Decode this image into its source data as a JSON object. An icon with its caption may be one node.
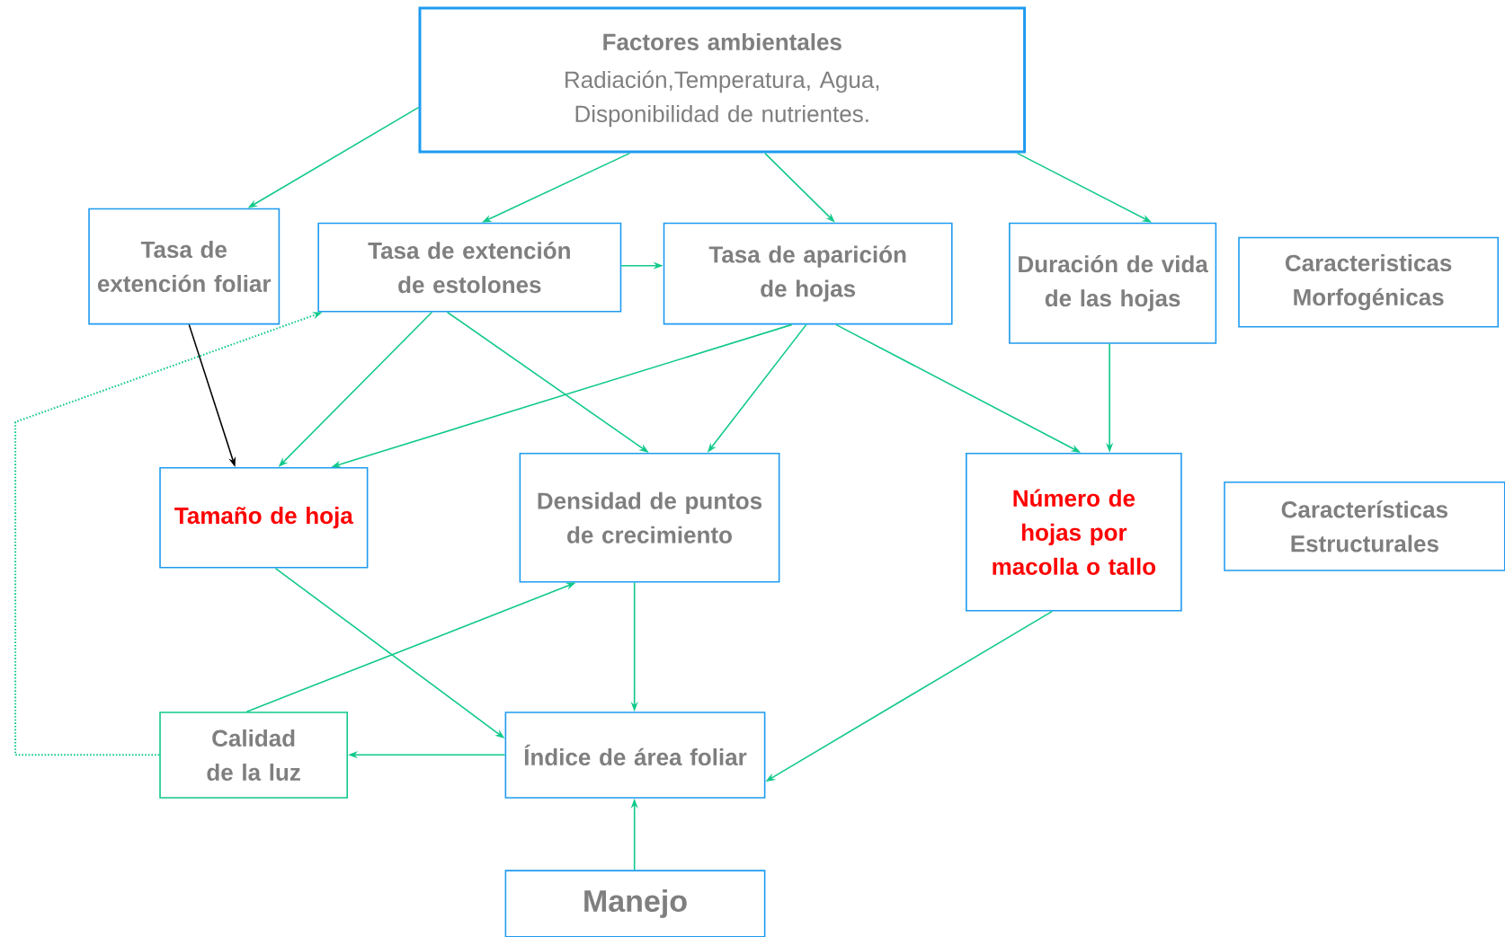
{
  "diagram": {
    "nodes": [
      {
        "text": [
          "Factores ambientales",
          "Radiación,Temperatura, Agua, Disponibilidad de nutrientes."
        ]
      },
      {
        "text": [
          "Tasa de extención foliar"
        ]
      },
      {
        "text": [
          "Tasa de extención de estolones"
        ]
      },
      {
        "text": [
          "Tasa de aparición de hojas"
        ]
      },
      {
        "text": [
          "Duración de vida de las hojas"
        ]
      },
      {
        "text": [
          "Caracteristicas Morfogénicas"
        ]
      },
      {
        "text": [
          "Tamaño de hoja"
        ]
      },
      {
        "text": [
          "Densidad de puntos de crecimiento"
        ]
      },
      {
        "text": [
          "Número de hojas por macolla o tallo"
        ]
      },
      {
        "text": [
          "Características Estructurales"
        ]
      },
      {
        "text": [
          "Calidad de  la luz"
        ]
      },
      {
        "text": [
          "Índice de área foliar"
        ]
      },
      {
        "text": [
          "Manejo"
        ]
      }
    ],
    "edges": [
      {
        "from": 0,
        "to": 1,
        "arrow": "to"
      },
      {
        "from": 0,
        "to": 2,
        "arrow": "to"
      },
      {
        "from": 0,
        "to": 3,
        "arrow": "to"
      },
      {
        "from": 0,
        "to": 4,
        "arrow": "to"
      },
      {
        "from": 2,
        "to": 3,
        "arrow": "to"
      },
      {
        "from": 2,
        "to": 6,
        "arrow": "to"
      },
      {
        "from": 2,
        "to": 7,
        "arrow": "to"
      },
      {
        "from": 3,
        "to": 6,
        "arrow": "to"
      },
      {
        "from": 3,
        "to": 7,
        "arrow": "to"
      },
      {
        "from": 3,
        "to": 8,
        "arrow": "to"
      },
      {
        "from": 4,
        "to": 8,
        "arrow": "to"
      },
      {
        "from": 6,
        "to": 11,
        "arrow": "to"
      },
      {
        "from": 10,
        "to": 7,
        "arrow": "to"
      },
      {
        "from": 7,
        "to": 11,
        "arrow": "to"
      },
      {
        "from": 8,
        "to": 11,
        "arrow": "to"
      },
      {
        "from": 11,
        "to": 10,
        "arrow": "to"
      },
      {
        "from": 12,
        "to": 11,
        "arrow": "to"
      },
      {
        "from": 10,
        "to": 2,
        "arrow": "to",
        "style": "dashed"
      },
      {
        "from": 1,
        "to": 6,
        "arrow": "to",
        "color": "#000000"
      }
    ]
  }
}
